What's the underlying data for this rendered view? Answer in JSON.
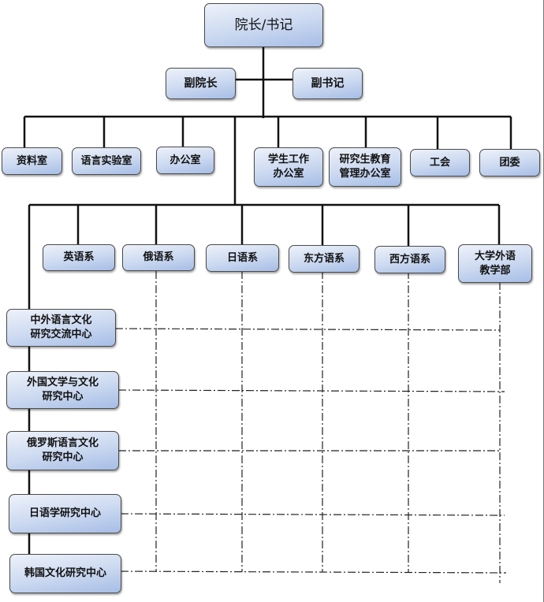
{
  "chart_title": "",
  "top": {
    "label": "院长/书记"
  },
  "deputies": [
    {
      "label": "副院长"
    },
    {
      "label": "副书记"
    }
  ],
  "offices": [
    {
      "label": "资料室"
    },
    {
      "label": "语言实验室"
    },
    {
      "label": "办公室"
    },
    {
      "label": "学生工作\n办公室"
    },
    {
      "label": "研究生教育\n管理办公室"
    },
    {
      "label": "工会"
    },
    {
      "label": "团委"
    }
  ],
  "departments": [
    {
      "label": "英语系"
    },
    {
      "label": "俄语系"
    },
    {
      "label": "日语系"
    },
    {
      "label": "东方语系"
    },
    {
      "label": "西方语系"
    },
    {
      "label": "大学外语\n教学部"
    }
  ],
  "research_centers": [
    {
      "label": "中外语言文化\n研究交流中心"
    },
    {
      "label": "外国文学与文化\n研究中心"
    },
    {
      "label": "俄罗斯语言文化\n研究中心"
    },
    {
      "label": "日语学研究中心"
    },
    {
      "label": "韩国文化研究中心"
    }
  ],
  "colors": {
    "line": "#111111",
    "box_border": "#4a4a4a",
    "box_top": "#eef2fa",
    "box_bottom": "#a6bde6"
  }
}
